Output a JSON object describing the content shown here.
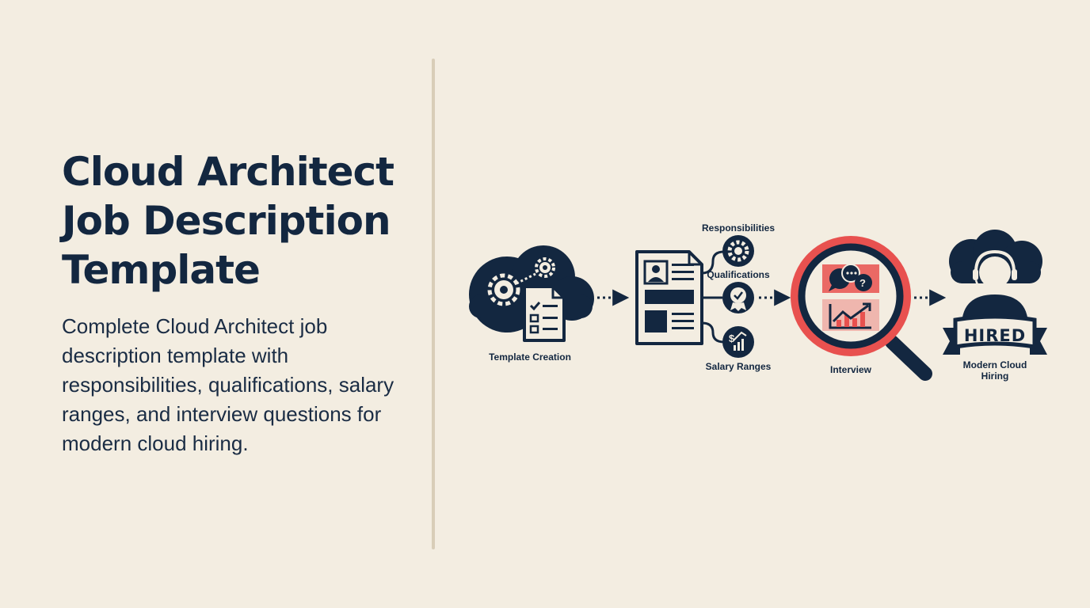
{
  "title_lines": [
    "Cloud Architect",
    "Job Description",
    "Template"
  ],
  "description": "Complete Cloud Architect job description template with responsibilities, qualifications, salary ranges, and interview questions for modern cloud hiring.",
  "diagram": {
    "steps": {
      "template_creation": "Template Creation",
      "responsibilities": "Responsibilities",
      "qualifications": "Qualifications",
      "salary_ranges": "Salary Ranges",
      "interview": "Interview",
      "modern_cloud_hiring_line1": "Modern Cloud",
      "modern_cloud_hiring_line2": "Hiring"
    },
    "badge": "HIRED",
    "icons": [
      "cloud-gears-icon",
      "checklist-icon",
      "resume-icon",
      "gear-icon",
      "award-icon",
      "salary-chart-icon",
      "magnifier-icon",
      "chat-bubbles-icon",
      "growth-chart-icon",
      "headset-agent-icon",
      "ribbon-banner-icon"
    ]
  },
  "colors": {
    "background": "#f3ede1",
    "navy": "#132740",
    "accent_red": "#e8514f",
    "divider": "#d8cdb8"
  }
}
